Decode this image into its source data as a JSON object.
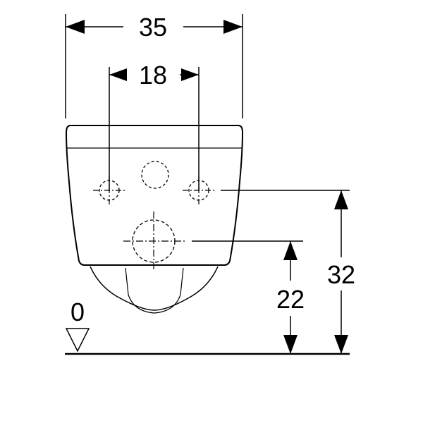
{
  "colors": {
    "line": "#000000",
    "background": "#ffffff"
  },
  "dimensions": {
    "overall_width": "35",
    "hole_spacing": "18",
    "upper_hole_height": "32",
    "lower_hole_height": "22",
    "floor_level": "0"
  },
  "icons": {
    "floor_marker": "triangle-level-icon",
    "arrowheads": "arrow-icon"
  }
}
